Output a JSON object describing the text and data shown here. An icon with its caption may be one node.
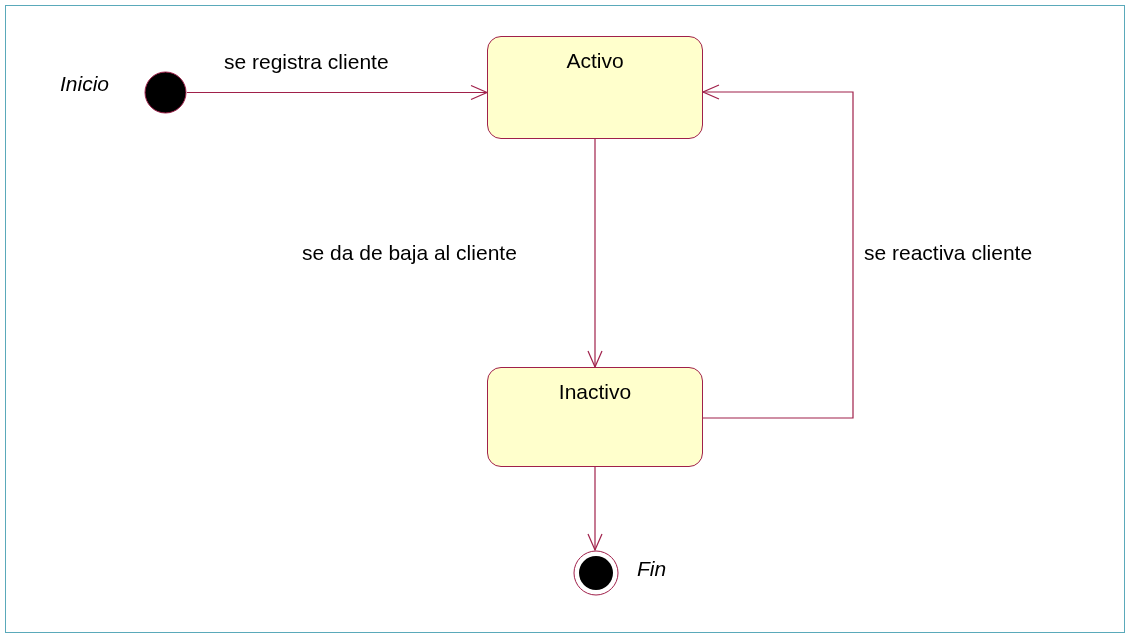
{
  "diagram": {
    "nodes": [
      {
        "text": [],
        "shape": "circle",
        "beside": [
          "Inicio"
        ]
      },
      {
        "text": [
          "Activo"
        ]
      },
      {
        "text": [
          "Inactivo"
        ]
      },
      {
        "text": [],
        "shape": "bullseye",
        "beside": [
          "Fin"
        ]
      }
    ],
    "edges": [
      {
        "from": 0,
        "to": 1,
        "arrow": "to",
        "label": "se registra cliente"
      },
      {
        "from": 1,
        "to": 2,
        "arrow": "to",
        "label": "se da de baja al cliente"
      },
      {
        "from": 2,
        "to": 1,
        "arrow": "to",
        "label": "se reactiva cliente"
      },
      {
        "from": 2,
        "to": 3,
        "arrow": "to"
      }
    ]
  }
}
